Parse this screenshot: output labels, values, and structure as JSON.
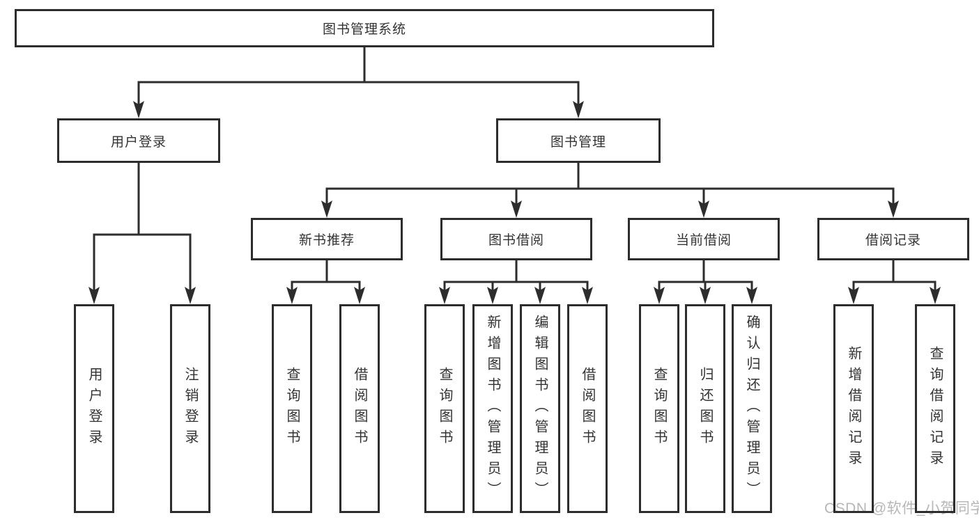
{
  "diagram": {
    "root": {
      "label": "图书管理系统"
    },
    "level2": [
      {
        "label": "用户登录"
      },
      {
        "label": "图书管理"
      }
    ],
    "level3": [
      {
        "label": "新书推荐"
      },
      {
        "label": "图书借阅"
      },
      {
        "label": "当前借阅"
      },
      {
        "label": "借阅记录"
      }
    ],
    "leaves": [
      {
        "label": "用户登录",
        "parent": "用户登录"
      },
      {
        "label": "注销登录",
        "parent": "用户登录"
      },
      {
        "label": "查询图书",
        "parent": "新书推荐"
      },
      {
        "label": "借阅图书",
        "parent": "新书推荐"
      },
      {
        "label": "查询图书",
        "parent": "图书借阅"
      },
      {
        "label": "新增图书（管理员）",
        "parent": "图书借阅"
      },
      {
        "label": "编辑图书（管理员）",
        "parent": "图书借阅"
      },
      {
        "label": "借阅图书",
        "parent": "图书借阅"
      },
      {
        "label": "查询图书",
        "parent": "当前借阅"
      },
      {
        "label": "归还图书",
        "parent": "当前借阅"
      },
      {
        "label": "确认归还（管理员）",
        "parent": "当前借阅"
      },
      {
        "label": "新增借阅记录",
        "parent": "借阅记录"
      },
      {
        "label": "查询借阅记录",
        "parent": "借阅记录"
      }
    ]
  },
  "watermark": {
    "text": "CSDN @软件_小贺同学"
  },
  "colors": {
    "line": "#2d2d2d",
    "text": "#333333",
    "watermark": "#b7b7b7",
    "background": "#ffffff"
  }
}
